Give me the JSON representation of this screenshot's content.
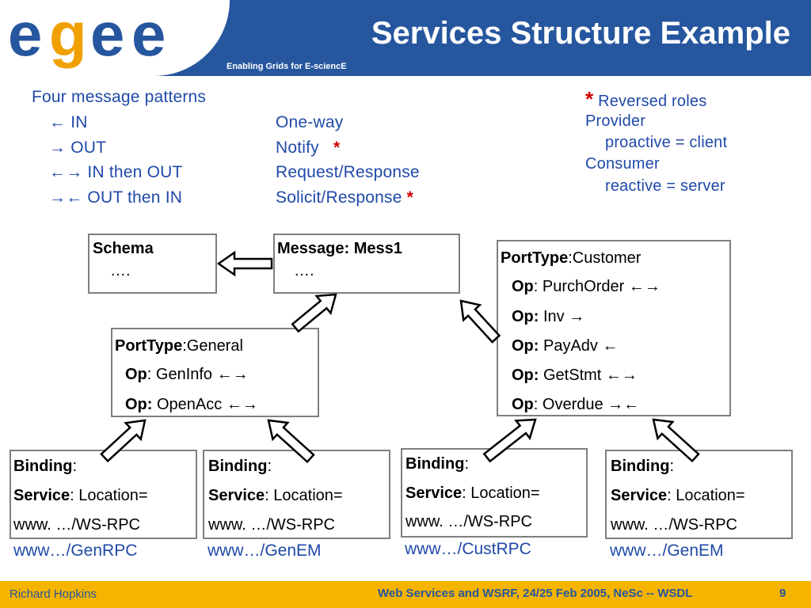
{
  "header": {
    "logo_text": "egee",
    "title": "Services Structure Example",
    "subtitle": "Enabling Grids for E-sciencE"
  },
  "patterns": {
    "heading": "Four message patterns",
    "rows": [
      {
        "dir": "← IN",
        "name": "One-way",
        "star": ""
      },
      {
        "dir": "→ OUT",
        "name": "Notify",
        "star": "*"
      },
      {
        "dir": "←→ IN then OUT",
        "name": "Request/Response",
        "star": ""
      },
      {
        "dir": "→← OUT then IN",
        "name": "Solicit/Response",
        "star": "*"
      }
    ]
  },
  "roles": {
    "star": "*",
    "title": "Reversed roles",
    "provider": "Provider",
    "provider_desc": "proactive = client",
    "consumer": "Consumer",
    "consumer_desc": "reactive = server"
  },
  "schema_box": {
    "title": "Schema",
    "body": "…."
  },
  "message_box": {
    "title": "Message: Mess1",
    "body": "…."
  },
  "porttype_general": {
    "label": "PortType",
    "name": ":General",
    "ops": [
      {
        "op": "Op",
        "text": ": GenInfo ←→"
      },
      {
        "op": "Op:",
        "text": " OpenAcc ←→"
      }
    ]
  },
  "porttype_customer": {
    "label": "PortType",
    "name": ":Customer",
    "ops": [
      {
        "op": "Op",
        "text": ": PurchOrder ←→"
      },
      {
        "op": "Op:",
        "text": " Inv →"
      },
      {
        "op": "Op:",
        "text": " PayAdv ←"
      },
      {
        "op": "Op:",
        "text": " GetStmt ←→"
      },
      {
        "op": "Op",
        "text": ": Overdue →←"
      }
    ]
  },
  "bindings": [
    {
      "binding": "Binding",
      "binding_colon": ":",
      "service": "Service",
      "service_text": ": Location=",
      "www": "www. …/WS-RPC",
      "url": "www…/GenRPC"
    },
    {
      "binding": "Binding",
      "binding_colon": ":",
      "service": "Service",
      "service_text": ": Location=",
      "www": "www. …/WS-RPC",
      "url": "www…/GenEM"
    },
    {
      "binding": "Binding",
      "binding_colon": ":",
      "service": "Service",
      "service_text": ": Location=",
      "www": "www. …/WS-RPC",
      "url": "www…/CustRPC"
    },
    {
      "binding": "Binding",
      "binding_colon": ":",
      "service": "Service",
      "service_text": ": Location=",
      "www": "www. …/WS-RPC",
      "url": "www…/GenEM"
    }
  ],
  "footer": {
    "author": "Richard Hopkins",
    "event": "Web Services and WSRF, 24/25 Feb 2005, NeSc --  WSDL",
    "page": "9"
  },
  "colors": {
    "header_blue": "#26569e",
    "text_blue": "#2049a8",
    "footer_gold": "#f5b400",
    "star_red": "#d00000",
    "logo_orange": "#f0a000"
  }
}
